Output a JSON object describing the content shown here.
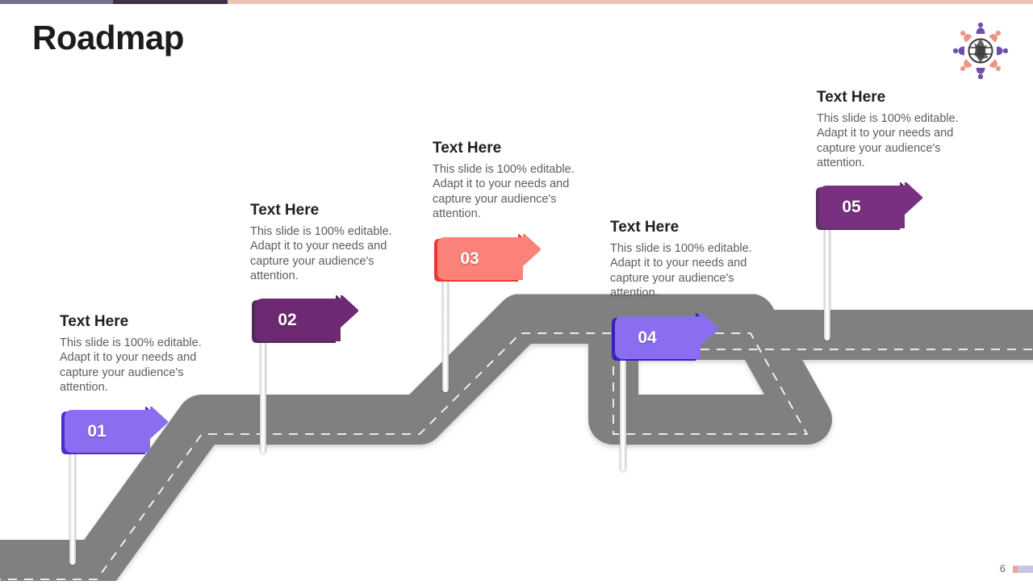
{
  "slide": {
    "title": "Roadmap",
    "page_number": "6",
    "accent_colors": {
      "bar_left": "#7b6f8e",
      "bar_mid": "#3f3146",
      "bar_right": "#eec3b4",
      "road": "#808080",
      "road_dash": "#ffffff"
    }
  },
  "logo": {
    "name": "globe-people-logo",
    "globe_color": "#3a3a3a",
    "person_purple": "#6f4fa8",
    "person_salmon": "#ef9384"
  },
  "milestones": [
    {
      "number": "01",
      "heading": "Text Here",
      "body": "This slide is 100% editable. Adapt it to your needs and capture your audience's attention.",
      "flag_color": "#8b6ef0",
      "fold_color": "#3a17c4"
    },
    {
      "number": "02",
      "heading": "Text Here",
      "body": "This slide is 100% editable. Adapt it to your needs and capture your audience's attention.",
      "flag_color": "#6d2a72",
      "fold_color": "#3f1347"
    },
    {
      "number": "03",
      "heading": "Text Here",
      "body": "This slide is 100% editable. Adapt it to your needs and capture your audience's attention.",
      "flag_color": "#fa8279",
      "fold_color": "#e8241f"
    },
    {
      "number": "04",
      "heading": "Text Here",
      "body": "This slide is 100% editable. Adapt it to your needs and capture your audience's attention.",
      "flag_color": "#8b6ef0",
      "fold_color": "#2a16c0"
    },
    {
      "number": "05",
      "heading": "Text Here",
      "body": "This slide is 100% editable. Adapt it to your needs and capture your audience's attention.",
      "flag_color": "#7a3080",
      "fold_color": "#4a1b52"
    }
  ]
}
